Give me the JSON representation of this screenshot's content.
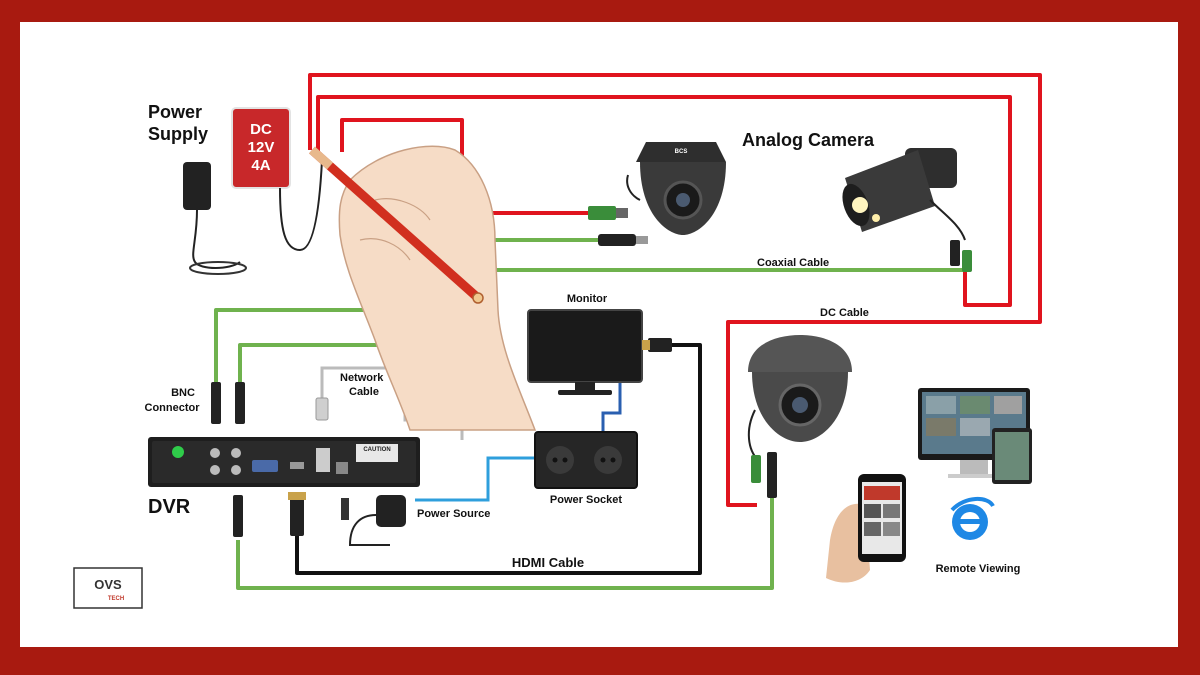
{
  "labels": {
    "power_supply_line1": "Power",
    "power_supply_line2": "Supply",
    "psu_line1": "DC",
    "psu_line2": "12V",
    "psu_line3": "4A",
    "analog_camera": "Analog Camera",
    "coaxial_cable": "Coaxial Cable",
    "dc_cable": "DC Cable",
    "monitor": "Monitor",
    "network_cable_line1": "Network",
    "network_cable_line2": "Cable",
    "bnc_connector_line1": "BNC",
    "bnc_connector_line2": "Connector",
    "dvr": "DVR",
    "power_source": "Power Source",
    "power_socket": "Power Socket",
    "hdmi_cable": "HDMI Cable",
    "remote_viewing": "Remote Viewing",
    "camera_brand": "BCS",
    "dvr_caution": "CAUTION"
  },
  "logo": {
    "line1": "OVS",
    "line2": "TECH"
  },
  "colors": {
    "border": "#a81a10",
    "dc_wire": "#e0141e",
    "video_wire": "#6fb24e",
    "hdmi_wire": "#111111",
    "network_wire": "#bbbbbb",
    "power_wire": "#2f9fdc",
    "monitor_wire": "#2a5fb0"
  }
}
